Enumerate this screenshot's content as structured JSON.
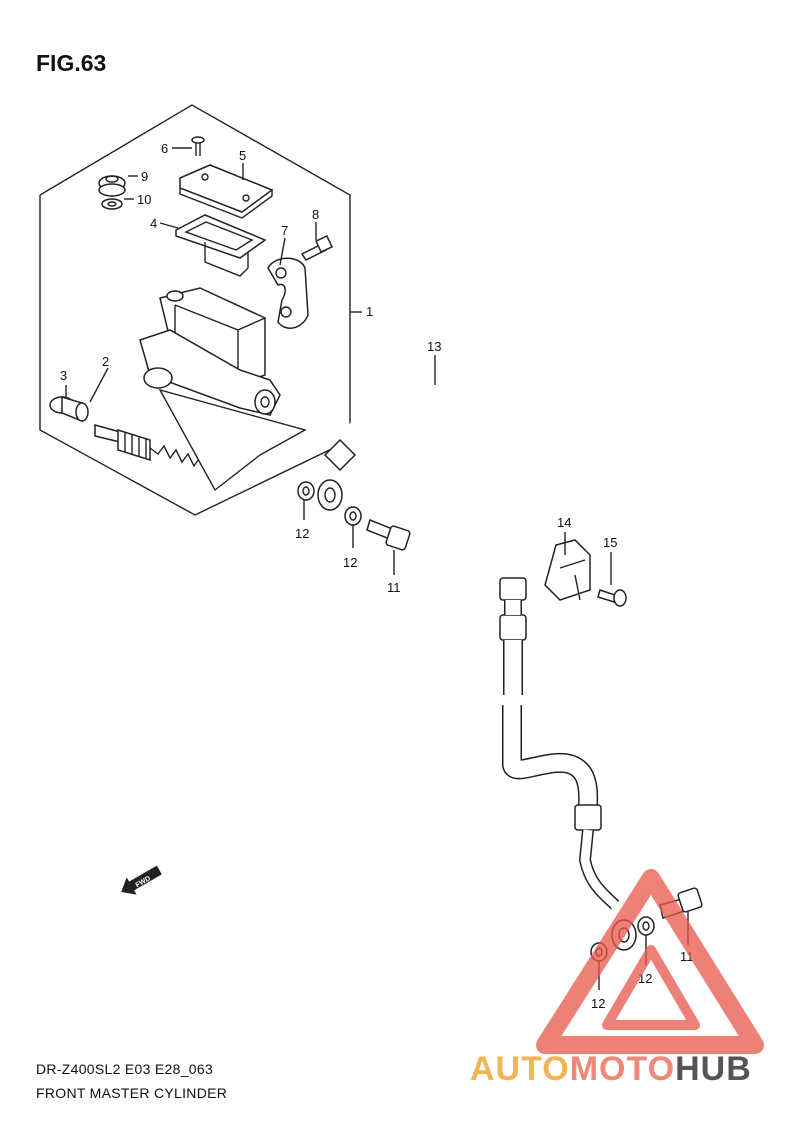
{
  "figure": {
    "title": "FIG.63",
    "code": "DR-Z400SL2 E03 E28_063",
    "name": "FRONT MASTER CYLINDER"
  },
  "callouts": {
    "c1": "1",
    "c2": "2",
    "c3": "3",
    "c4": "4",
    "c5": "5",
    "c6": "6",
    "c7": "7",
    "c8": "8",
    "c9": "9",
    "c10": "10",
    "c11a": "11",
    "c11b": "11",
    "c12a": "12",
    "c12b": "12",
    "c12c": "12",
    "c12d": "12",
    "c13": "13",
    "c14": "14",
    "c15": "15"
  },
  "fwd_label": "FWD",
  "watermark": {
    "part1": "AUTO",
    "part2": "MOTO",
    "part3": "HUB",
    "colors": {
      "auto": "#f2b552",
      "moto": "#f08878",
      "hub": "#555555",
      "triangle": "#e8584a"
    }
  }
}
